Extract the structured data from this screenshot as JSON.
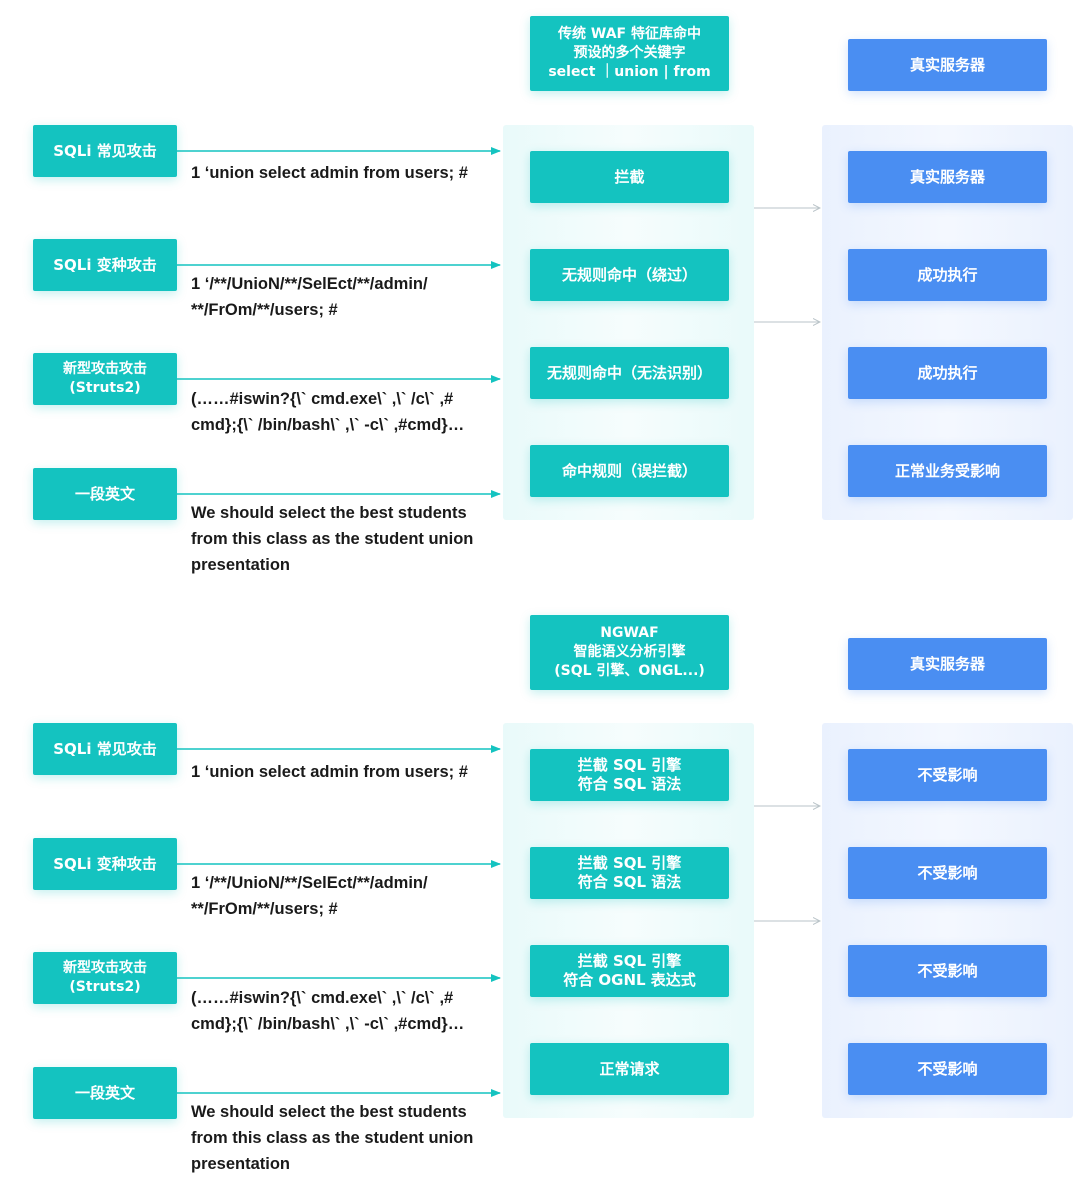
{
  "sections": [
    {
      "engine": "传统 WAF 特征库命中\n预设的多个关键字\nselect ｜union | from",
      "server": "真实服务器",
      "rows": [
        {
          "attack": "SQLi 常见攻击",
          "payload": "1   ‘union select admin from users; #",
          "result": "拦截",
          "outcome": "真实服务器"
        },
        {
          "attack": "SQLi 变种攻击",
          "payload": "1   ‘/**/UnioN/**/SelEct/**/admin/\n**/FrOm/**/users; #",
          "result": "无规则命中（绕过）",
          "outcome": "成功执行"
        },
        {
          "attack": "新型攻击攻击\n(Struts2)",
          "payload": "(……#iswin?{\\` cmd.exe\\` ,\\` /c\\` ,#\ncmd};{\\` /bin/bash\\` ,\\` -c\\` ,#cmd}…",
          "result": "无规则命中（无法识别）",
          "outcome": "成功执行"
        },
        {
          "attack": "一段英文",
          "payload": "We should select the best students\nfrom this class as the student union\npresentation",
          "result": "命中规则（误拦截）",
          "outcome": "正常业务受影响"
        }
      ]
    },
    {
      "engine": "NGWAF\n智能语义分析引擎\n(SQL 引擎、ONGL...)",
      "server": "真实服务器",
      "rows": [
        {
          "attack": "SQLi 常见攻击",
          "payload": "1   ‘union select admin from users; #",
          "result": "拦截 SQL 引擎\n符合 SQL 语法",
          "outcome": "不受影响"
        },
        {
          "attack": "SQLi 变种攻击",
          "payload": "1   ‘/**/UnioN/**/SelEct/**/admin/\n**/FrOm/**/users; #",
          "result": "拦截 SQL 引擎\n符合 SQL 语法",
          "outcome": "不受影响"
        },
        {
          "attack": "新型攻击攻击\n(Struts2)",
          "payload": "(……#iswin?{\\` cmd.exe\\` ,\\` /c\\` ,#\ncmd};{\\` /bin/bash\\` ,\\` -c\\` ,#cmd}…",
          "result": "拦截 SQL 引擎\n符合 OGNL 表达式",
          "outcome": "不受影响"
        },
        {
          "attack": "一段英文",
          "payload": "We should select the best students\nfrom this class as the student union\npresentation",
          "result": "正常请求",
          "outcome": "不受影响"
        }
      ]
    }
  ],
  "colors": {
    "teal": "#14c3c0",
    "blue": "#4a8ef2",
    "arrow": "#14c3c0",
    "connector": "#b9c3c8",
    "text": "#1a1a1a"
  }
}
